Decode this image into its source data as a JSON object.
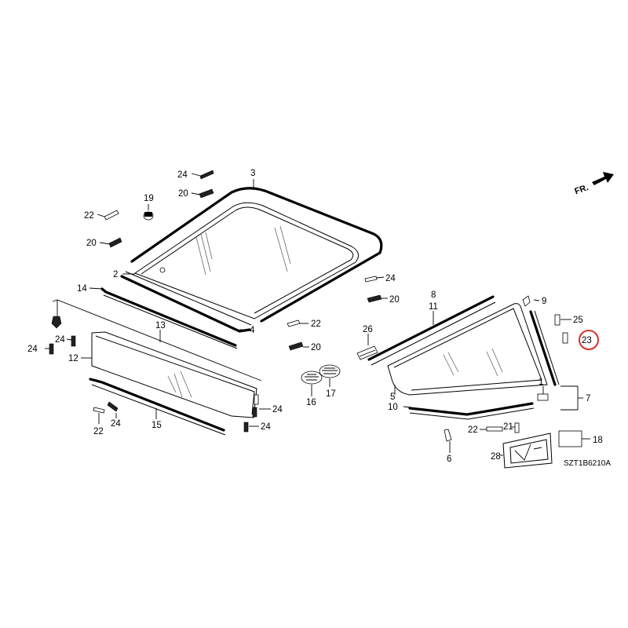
{
  "diagram": {
    "code": "SZT1B6210A",
    "front_indicator": "FR.",
    "highlight_color": "#d9302c",
    "highlighted_part": "23"
  },
  "callouts": {
    "p1": "1",
    "p2": "2",
    "p3": "3",
    "p4": "4",
    "p5": "5",
    "p6": "6",
    "p7": "7",
    "p8": "8",
    "p9": "9",
    "p10": "10",
    "p11": "11",
    "p12": "12",
    "p13": "13",
    "p14": "14",
    "p15": "15",
    "p16": "16",
    "p17": "17",
    "p18": "18",
    "p19": "19",
    "p20a": "20",
    "p20b": "20",
    "p20c": "20",
    "p20d": "20",
    "p21": "21",
    "p22a": "22",
    "p22b": "22",
    "p22c": "22",
    "p22d": "22",
    "p23": "23",
    "p24a": "24",
    "p24b": "24",
    "p24c": "24",
    "p24d": "24",
    "p24e": "24",
    "p24f": "24",
    "p24g": "24",
    "p25": "25",
    "p26": "26",
    "p28": "28"
  }
}
